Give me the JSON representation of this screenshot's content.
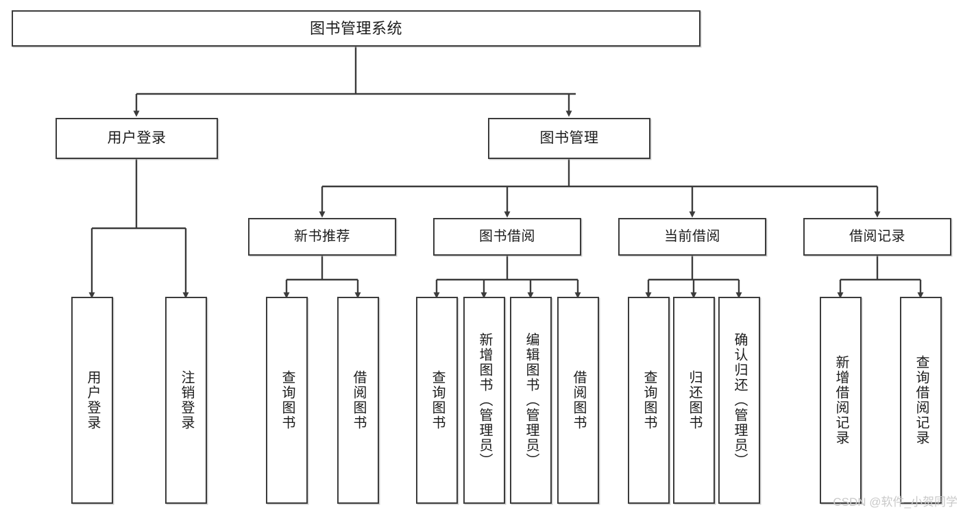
{
  "diagram": {
    "type": "tree-hierarchy",
    "title": "图书管理系统",
    "watermark": "CSDN @软件_小贺同学",
    "colors": {
      "background": "#ffffff",
      "stroke": "#3b3b3b",
      "text": "#1c1c1c",
      "watermark": "#c9c9c9",
      "shadow": "#aaaaaa"
    },
    "nodes": {
      "root": {
        "label": "图书管理系统"
      },
      "level2": [
        {
          "label": "用户登录"
        },
        {
          "label": "图书管理"
        }
      ],
      "level3": [
        {
          "label": "新书推荐"
        },
        {
          "label": "图书借阅"
        },
        {
          "label": "当前借阅"
        },
        {
          "label": "借阅记录"
        }
      ],
      "leaves": {
        "user_login": [
          {
            "label": "用户登录"
          },
          {
            "label": "注销登录"
          }
        ],
        "new_book_recommend": [
          {
            "label": "查询图书"
          },
          {
            "label": "借阅图书"
          }
        ],
        "book_borrow": [
          {
            "label": "查询图书"
          },
          {
            "label": "新增图书（管理员）"
          },
          {
            "label": "编辑图书（管理员）"
          },
          {
            "label": "借阅图书"
          }
        ],
        "current_borrow": [
          {
            "label": "查询图书"
          },
          {
            "label": "归还图书"
          },
          {
            "label": "确认归还（管理员）"
          }
        ],
        "borrow_record": [
          {
            "label": "新增借阅记录"
          },
          {
            "label": "查询借阅记录"
          }
        ]
      }
    }
  }
}
